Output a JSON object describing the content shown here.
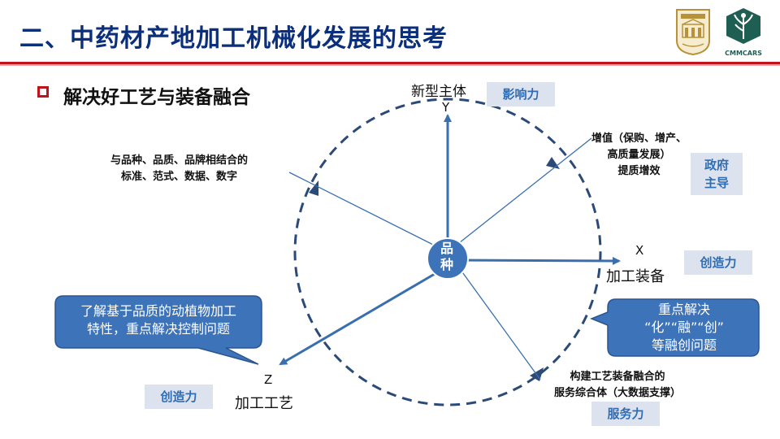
{
  "slide": {
    "title": "二、中药材产地加工机械化发展的思考",
    "section_heading": "解决好工艺与装备融合"
  },
  "logos": {
    "left_logo_name": "cacms-logo",
    "right_logo_text": "CMMCARS"
  },
  "diagram": {
    "center": {
      "line1": "品",
      "line2": "种"
    },
    "axes": {
      "y": {
        "letter": "Y",
        "name": "新型主体"
      },
      "x": {
        "letter": "X",
        "name": "加工装备"
      },
      "z": {
        "letter": "Z",
        "name": "加工工艺"
      }
    },
    "annotations": {
      "upper_left": {
        "line1": "与品种、品质、品牌相结合的",
        "line2": "标准、范式、数据、数字"
      },
      "upper_right": {
        "line1": "增值（保购、增产、",
        "line2": "高质量发展）",
        "line3": "提质增效"
      },
      "lower_right": {
        "line1": "构建工艺装备融合的",
        "line2": "服务综合体（大数据支撑）"
      }
    },
    "tags": {
      "y_tag": "影响力",
      "gov_tag_line1": "政府",
      "gov_tag_line2": "主导",
      "x_tag": "创造力",
      "z_tag": "创造力",
      "service_tag": "服务力"
    },
    "callouts": {
      "left": {
        "line1": "了解基于品质的动植物加工",
        "line2": "特性，重点解决控制问题"
      },
      "right": {
        "line1": "重点解决",
        "line2": "“化”“融”“创”",
        "line3": "等融创问题"
      }
    },
    "colors": {
      "title": "#0b2f7a",
      "rule": "#c0141c",
      "arrow": "#3a6faf",
      "circle": "#2b4a78",
      "callout_fill": "#3d73b8",
      "tag_text": "#2f6db4",
      "tag_bg": "#dde3ee"
    }
  }
}
